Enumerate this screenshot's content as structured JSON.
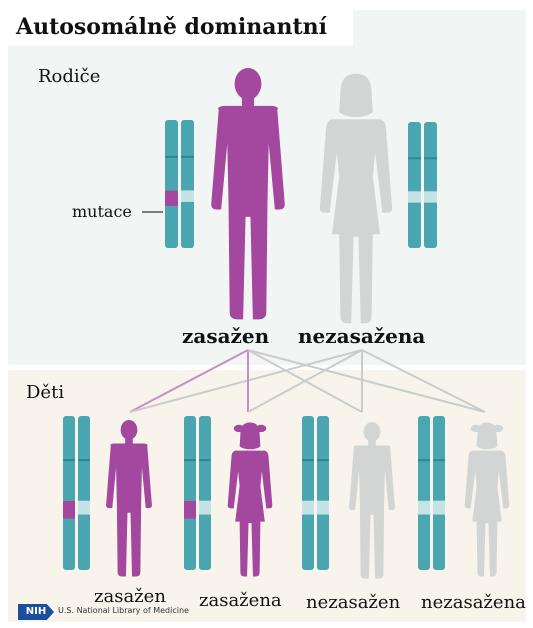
{
  "title": "Autosomálně dominantní",
  "parents_label": "Rodiče",
  "children_label": "Děti",
  "mutation_label": "mutace",
  "parents": [
    {
      "label": "zasažen",
      "sex": "male",
      "affected": true
    },
    {
      "label": "nezasažena",
      "sex": "female",
      "affected": false
    }
  ],
  "children": [
    {
      "label": "zasažen",
      "sex": "male",
      "affected": true
    },
    {
      "label": "zasažena",
      "sex": "female",
      "affected": true
    },
    {
      "label": "nezasažen",
      "sex": "male",
      "affected": false
    },
    {
      "label": "nezasažena",
      "sex": "female",
      "affected": false
    }
  ],
  "footer": {
    "logo": "NIH",
    "text": "U.S. National Library of Medicine"
  },
  "colors": {
    "affected": "#a4479e",
    "unaffected": "#d3d5d5",
    "chromosome": "#4aa7b2",
    "chromosome_band": "#c5e3e6",
    "line_affected": "#c98cc4",
    "line_unaffected": "#c9cccc"
  }
}
